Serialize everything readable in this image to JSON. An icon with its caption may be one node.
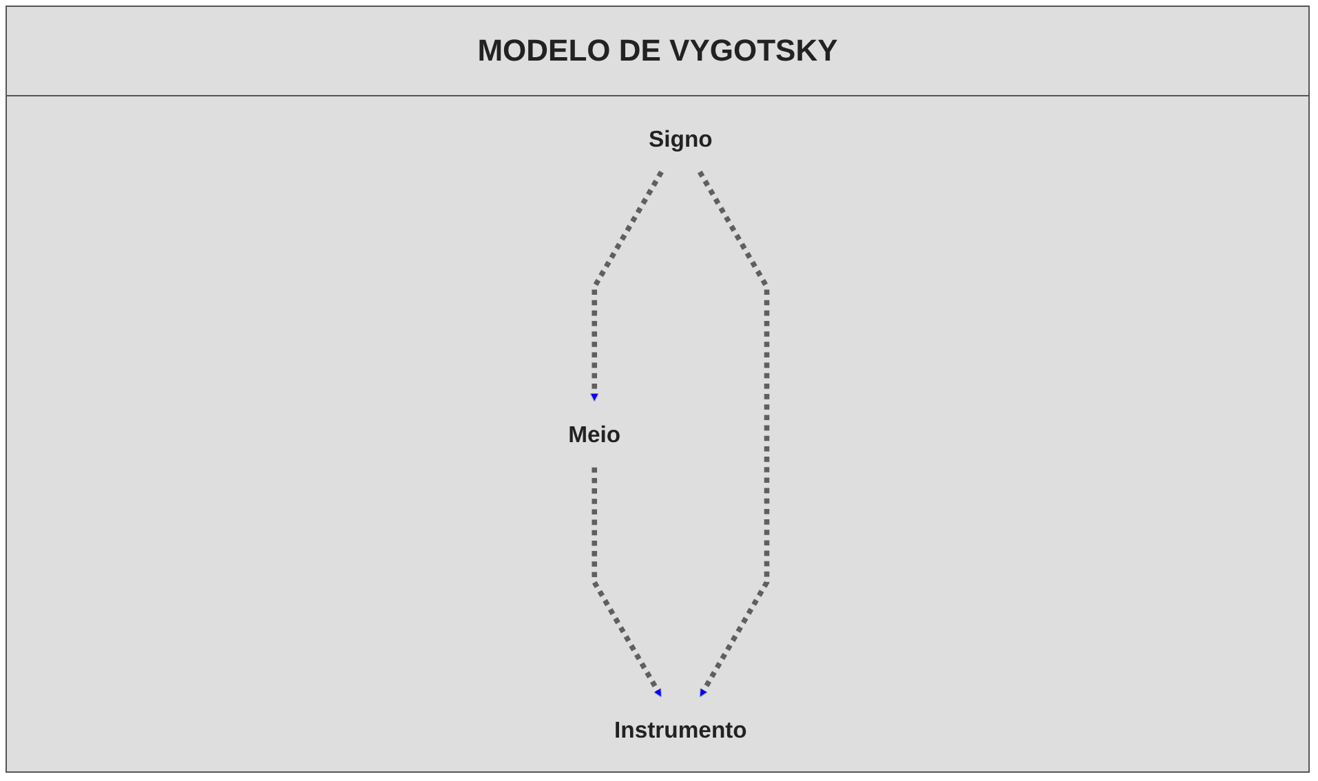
{
  "diagram": {
    "title": "MODELO DE VYGOTSKY",
    "nodes": [
      {
        "text": [
          "Meio"
        ]
      },
      {
        "text": [
          "Instrumento"
        ]
      },
      {
        "text": [
          "Signo"
        ]
      }
    ],
    "edges": [
      {
        "from": 0,
        "to": 1,
        "arrow": "to",
        "style": "dashed"
      },
      {
        "from": 2,
        "to": 0,
        "arrow": "to",
        "style": "dashed"
      },
      {
        "from": 2,
        "to": 1,
        "arrow": "to",
        "style": "dashed"
      }
    ]
  }
}
